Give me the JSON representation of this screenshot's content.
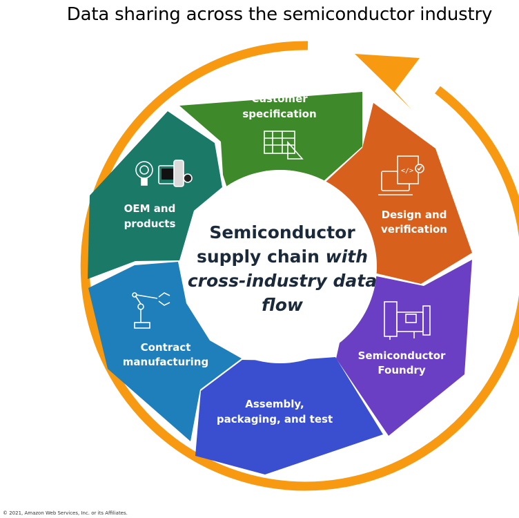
{
  "title": "Data sharing across the semiconductor industry",
  "center": {
    "line1": "Semiconductor",
    "line2a": "supply chain ",
    "line2b": "with",
    "line3": "cross-industry data",
    "line4": "flow"
  },
  "segments": [
    {
      "id": "customer",
      "line1": "Customer",
      "line2": "specification",
      "color": "#3e8a2a",
      "icon": "blueprint-icon"
    },
    {
      "id": "design",
      "line1": "Design and",
      "line2": "verification",
      "color": "#d8601d",
      "icon": "code-document-laptop-icon"
    },
    {
      "id": "foundry",
      "line1": "Semiconductor",
      "line2": "Foundry",
      "color": "#6a3fc4",
      "icon": "fab-equipment-icon"
    },
    {
      "id": "assembly",
      "line1": "Assembly,",
      "line2": "packaging, and test",
      "color": "#3a4fcf",
      "icon": "none"
    },
    {
      "id": "contract",
      "line1": "Contract",
      "line2": "manufacturing",
      "color": "#1f7fba",
      "icon": "robot-arm-icon"
    },
    {
      "id": "oem",
      "line1": "OEM and",
      "line2": "products",
      "color": "#1b7a67",
      "icon": "smart-devices-icon"
    }
  ],
  "ring_color": "#f79a12",
  "copyright": "© 2021, Amazon Web Services, Inc. or its Affiliates."
}
